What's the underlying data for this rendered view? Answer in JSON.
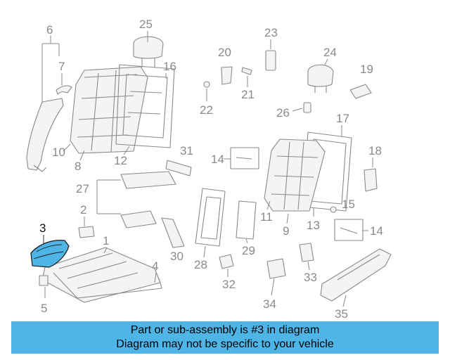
{
  "callouts": {
    "c1": "1",
    "c2": "2",
    "c3": "3",
    "c4": "4",
    "c5": "5",
    "c6": "6",
    "c7": "7",
    "c8": "8",
    "c9": "9",
    "c10": "10",
    "c11": "11",
    "c12": "12",
    "c13": "13",
    "c14a": "14",
    "c14b": "14",
    "c15": "15",
    "c16": "16",
    "c17": "17",
    "c18": "18",
    "c19": "19",
    "c20": "20",
    "c21": "21",
    "c22": "22",
    "c23": "23",
    "c24": "24",
    "c25": "25",
    "c26": "26",
    "c27": "27",
    "c28": "28",
    "c29": "29",
    "c30": "30",
    "c31": "31",
    "c32": "32",
    "c33": "33",
    "c34": "34",
    "c35": "35"
  },
  "highlighted_part": "3",
  "colors": {
    "highlight": "#4fb5e6",
    "banner": "#4fb5e6",
    "line": "#8a8a8a"
  },
  "banner": {
    "line1": "Part or sub-assembly is #3 in diagram",
    "line2": "Diagram may not be specific to your vehicle"
  }
}
